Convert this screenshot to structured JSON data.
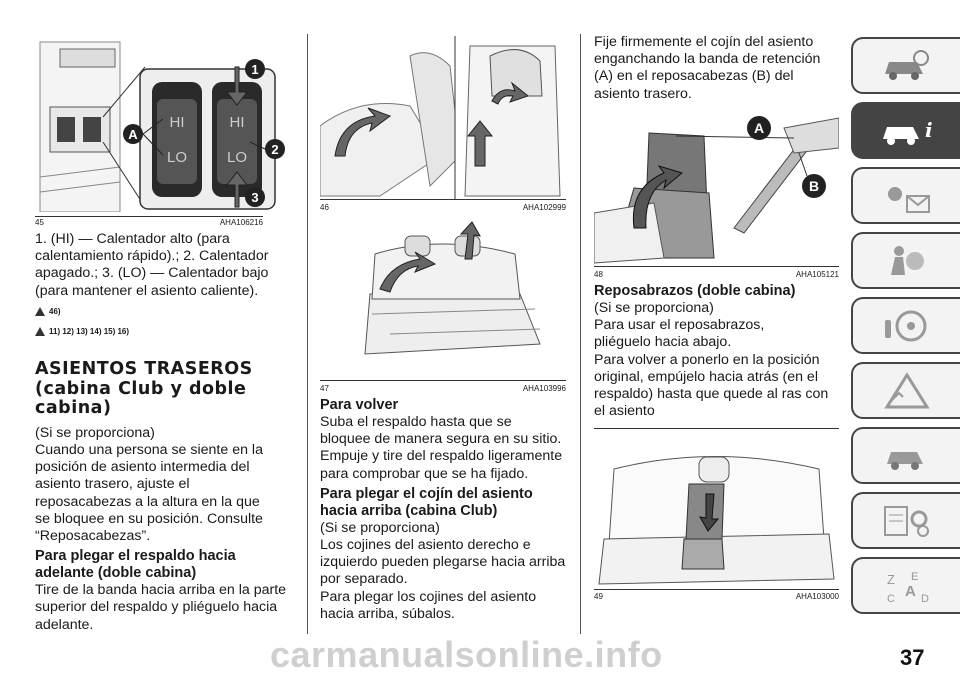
{
  "col1": {
    "fig45": {
      "num": "45",
      "code": "AHA106216"
    },
    "caption": "1. (HI) — Calentador alto (para calentamiento rápido).; 2. Calentador apagado.; 3. (LO) — Calentador bajo (para mantener el asiento caliente).",
    "warn_ref": "46)",
    "warn_refs": "11) 12) 13) 14) 15) 16)",
    "section_title": "ASIENTOS TRASEROS (cabina Club y doble cabina)",
    "section_note": "(Si se proporciona)",
    "section_p1": "Cuando una persona se siente en la posición de asiento intermedia del asiento trasero, ajuste el reposacabezas a la altura en la que se bloquee en su posición. Consulte “Reposacabezas”.",
    "sub1_title": "Para plegar el respaldo hacia adelante (doble cabina)",
    "sub1_p1": "Tire de la banda hacia arriba en la parte superior del respaldo y pliéguelo hacia adelante."
  },
  "col2": {
    "fig46": {
      "num": "46",
      "code": "AHA102999"
    },
    "fig47": {
      "num": "47",
      "code": "AHA103996"
    },
    "sub2_title": "Para volver",
    "sub2_p1": "Suba el respaldo hasta que se bloquee de manera segura en su sitio.",
    "sub2_p2": "Empuje y tire del respaldo ligeramente para comprobar que se ha fijado.",
    "sub3_title": "Para plegar el cojín del asiento hacia arriba (cabina Club)",
    "sub3_note": "(Si se proporciona)",
    "sub3_p1": "Los cojines del asiento derecho e izquierdo pueden plegarse hacia arriba por separado.",
    "sub3_p2": "Para plegar los cojines del asiento hacia arriba, súbalos."
  },
  "col3": {
    "p_top": "Fije firmemente el cojín del asiento enganchando la banda de retención (A) en el reposacabezas (B) del asiento trasero.",
    "fig48": {
      "num": "48",
      "code": "AHA105121"
    },
    "sub4_title": "Reposabrazos (doble cabina)",
    "sub4_note": "(Si se proporciona)",
    "sub4_p1": "Para usar el reposabrazos, pliéguelo hacia abajo.",
    "sub4_p2": "Para volver a ponerlo en la posición original, empújelo hacia atrás (en el respaldo) hasta que quede al ras con el asiento",
    "fig49": {
      "num": "49",
      "code": "AHA103000"
    }
  },
  "fig45_labels": {
    "hi": "HI",
    "lo": "LO",
    "c1": "1",
    "c2": "2",
    "c3": "3",
    "a": "A"
  },
  "fig48_labels": {
    "a": "A",
    "b": "B"
  },
  "tabs": [
    "car-search-icon",
    "car-info-icon",
    "warning-lights-icon",
    "airbag-icon",
    "steering-icon",
    "hazard-triangle-icon",
    "car-service-icon",
    "settings-list-icon",
    "alphabet-index-icon"
  ],
  "page_number": "37",
  "watermark": "carmanualsonline.info",
  "colors": {
    "tab_active": "#444444",
    "tab": "#f3f3f3",
    "figure_line": "#333333"
  }
}
